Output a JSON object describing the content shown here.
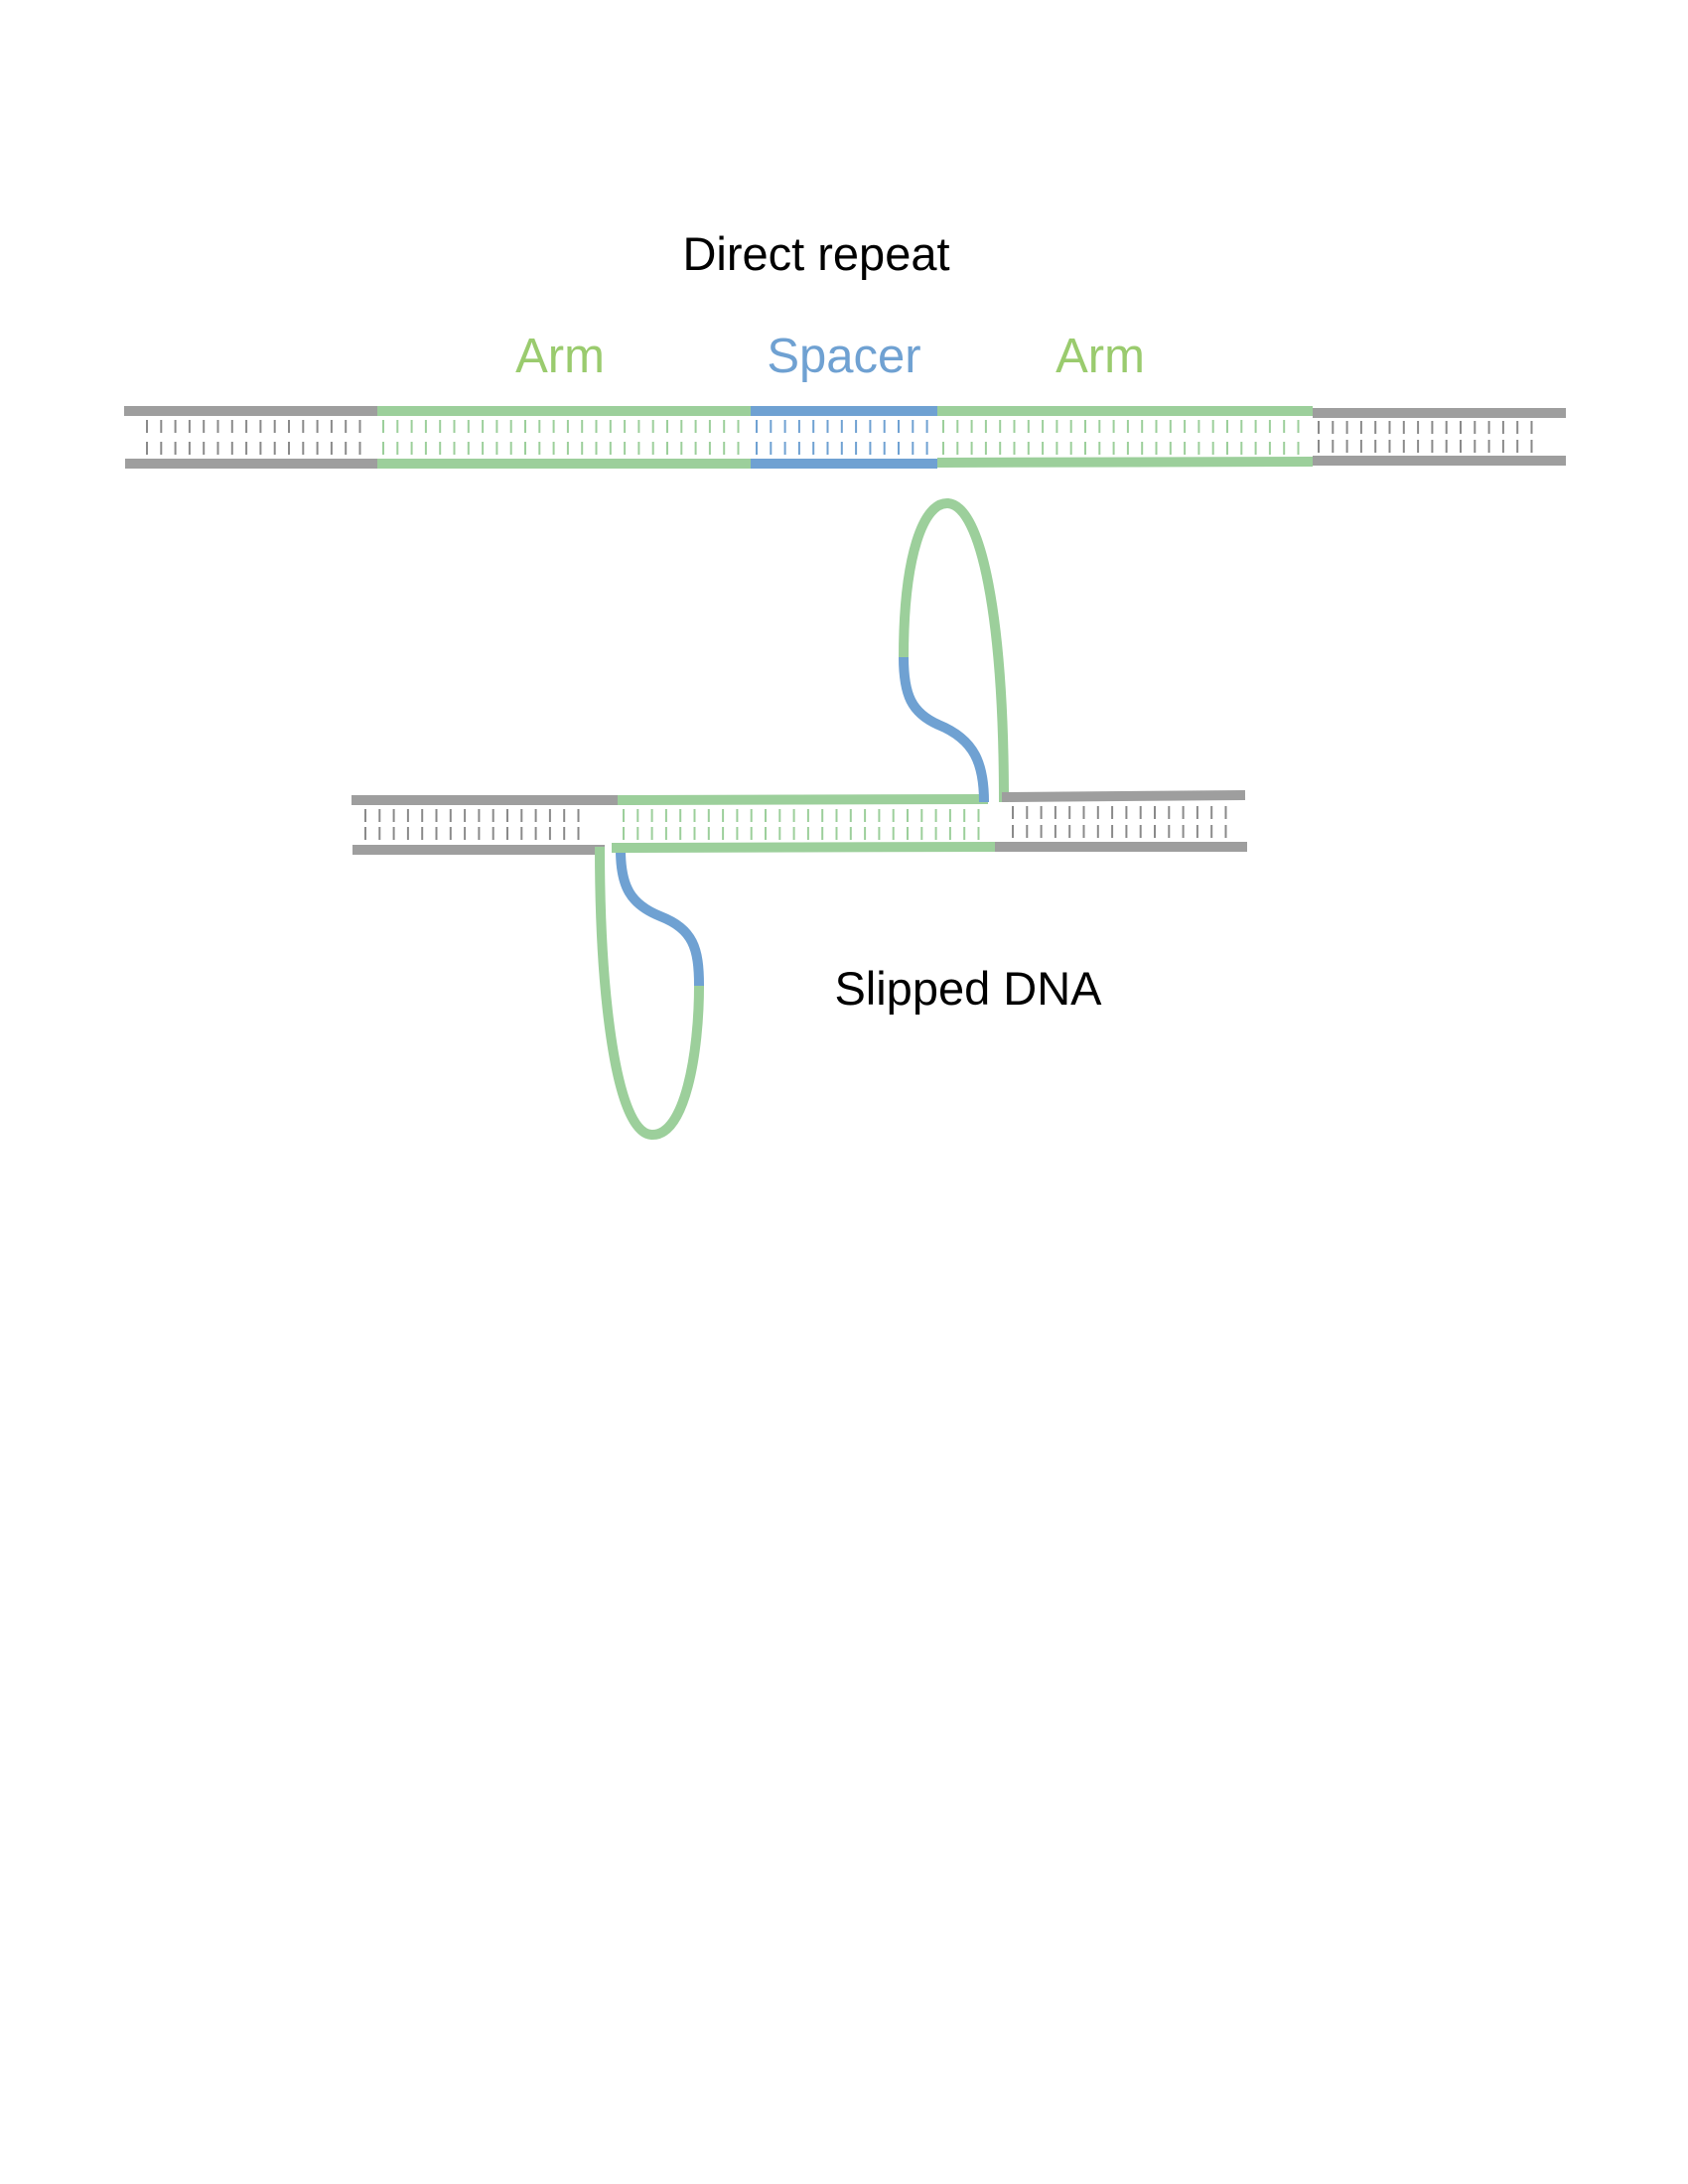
{
  "labels": {
    "title": "Direct repeat",
    "arm_left": "Arm",
    "spacer": "Spacer",
    "arm_right": "Arm",
    "slipped": "Slipped DNA"
  },
  "colors": {
    "backbone": "#9e9e9e",
    "tick_gray": "#8a8a8a",
    "arm": "#9ccf9b",
    "arm_label": "#9acb6e",
    "spacer": "#6fa1d2",
    "text": "#000000"
  }
}
